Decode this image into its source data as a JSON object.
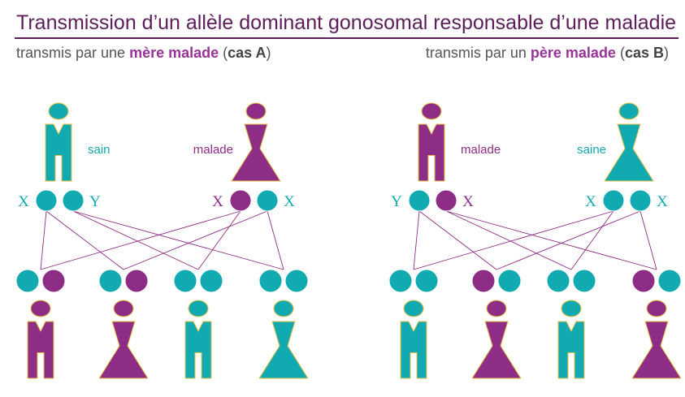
{
  "title": "Transmission d’un allèle dominant gonosomal responsable d’une maladie",
  "subtitles": {
    "a": {
      "pre": "transmis par une ",
      "hl": "mère malade",
      "mid": " (",
      "strong": "cas A",
      "post": ")"
    },
    "b": {
      "pre": "transmis par un ",
      "hl": "père malade",
      "mid": " (",
      "strong": "cas B",
      "post": ")"
    }
  },
  "colors": {
    "healthy": "#12aab1",
    "affected": "#8e2d86",
    "title": "#5b1e5a",
    "edge": "#e8c24a"
  },
  "icons": {
    "male": "male-figure-icon",
    "female": "female-figure-icon"
  },
  "cases": [
    {
      "id": "A",
      "parents": [
        {
          "sex": "male",
          "status": "healthy",
          "label": "sain",
          "chromosomes": [
            {
              "name": "X",
              "status": "healthy"
            },
            {
              "name": "Y",
              "status": "healthy"
            }
          ]
        },
        {
          "sex": "female",
          "status": "affected",
          "label": "malade",
          "chromosomes": [
            {
              "name": "X",
              "status": "affected"
            },
            {
              "name": "X",
              "status": "healthy"
            }
          ]
        }
      ],
      "children": [
        {
          "sex": "male",
          "status": "affected",
          "alleles": [
            "healthy",
            "affected"
          ]
        },
        {
          "sex": "female",
          "status": "affected",
          "alleles": [
            "healthy",
            "affected"
          ]
        },
        {
          "sex": "male",
          "status": "healthy",
          "alleles": [
            "healthy",
            "healthy"
          ]
        },
        {
          "sex": "female",
          "status": "healthy",
          "alleles": [
            "healthy",
            "healthy"
          ]
        }
      ]
    },
    {
      "id": "B",
      "parents": [
        {
          "sex": "male",
          "status": "affected",
          "label": "malade",
          "chromosomes": [
            {
              "name": "Y",
              "status": "healthy"
            },
            {
              "name": "X",
              "status": "affected"
            }
          ]
        },
        {
          "sex": "female",
          "status": "healthy",
          "label": "saine",
          "chromosomes": [
            {
              "name": "X",
              "status": "healthy"
            },
            {
              "name": "X",
              "status": "healthy"
            }
          ]
        }
      ],
      "children": [
        {
          "sex": "male",
          "status": "healthy",
          "alleles": [
            "healthy",
            "healthy"
          ]
        },
        {
          "sex": "female",
          "status": "affected",
          "alleles": [
            "affected",
            "healthy"
          ]
        },
        {
          "sex": "male",
          "status": "healthy",
          "alleles": [
            "healthy",
            "healthy"
          ]
        },
        {
          "sex": "female",
          "status": "affected",
          "alleles": [
            "affected",
            "healthy"
          ]
        }
      ]
    }
  ]
}
